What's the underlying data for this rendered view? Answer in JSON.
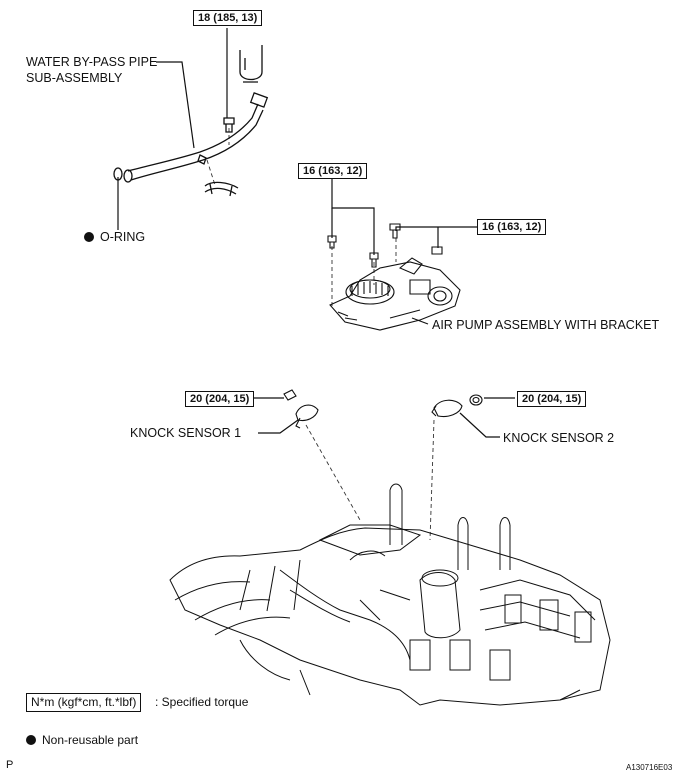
{
  "labels": {
    "water_bypass_line1": "WATER BY-PASS PIPE",
    "water_bypass_line2": "SUB-ASSEMBLY",
    "o_ring": "O-RING",
    "air_pump": "AIR PUMP ASSEMBLY WITH BRACKET",
    "knock_sensor_1": "KNOCK SENSOR 1",
    "knock_sensor_2": "KNOCK SENSOR 2"
  },
  "torques": {
    "water_pipe_bolt": "18 (185, 13)",
    "air_pump_left": "16 (163, 12)",
    "air_pump_right": "16 (163, 12)",
    "knock_sensor_1": "20 (204, 15)",
    "knock_sensor_2": "20 (204, 15)"
  },
  "legend": {
    "torque_unit": "N*m (kgf*cm, ft.*lbf)",
    "torque_desc": ": Specified torque",
    "non_reusable": "Non-reusable part"
  },
  "corner": {
    "left": "P",
    "right": "A130716E03"
  }
}
